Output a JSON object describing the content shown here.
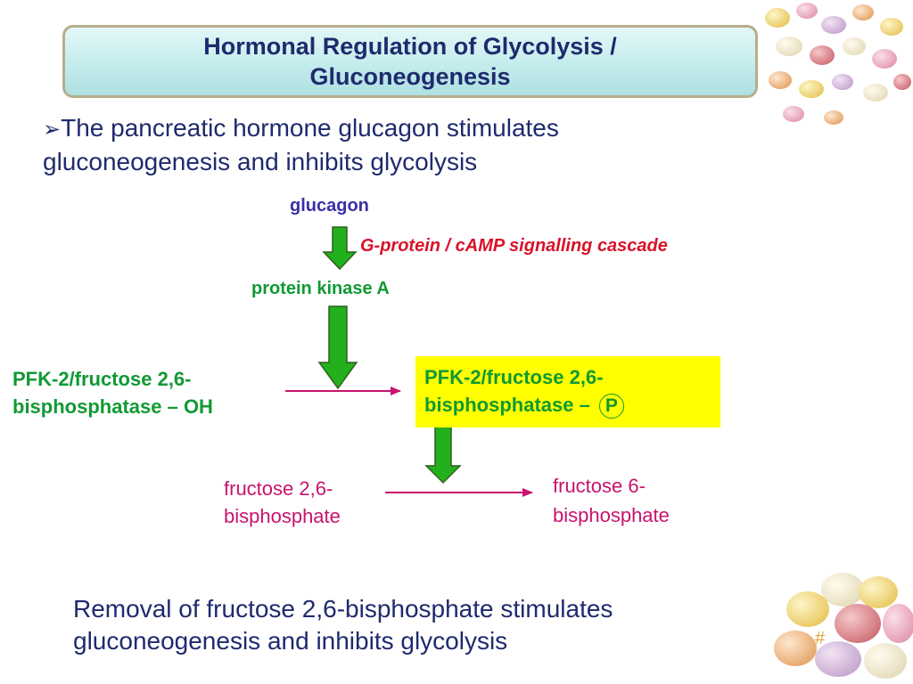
{
  "title": "Hormonal Regulation of Glycolysis / Gluconeogenesis",
  "bullet": {
    "marker": "➢",
    "text": "The pancreatic hormone glucagon stimulates gluconeogenesis and inhibits glycolysis"
  },
  "diagram": {
    "glucagon": "glucagon",
    "cascade": "G-protein / cAMP signalling cascade",
    "pka": "protein kinase A",
    "pfk_left": "PFK-2/fructose 2,6-bisphosphatase – OH",
    "pfk_right": "PFK-2/fructose 2,6-bisphosphatase –",
    "phosphate_symbol": "P",
    "fructose_26": "fructose 2,6-bisphosphate",
    "fructose_6": "fructose 6-bisphosphate"
  },
  "footer": "Removal of fructose 2,6-bisphosphate stimulates gluconeogenesis and inhibits glycolysis",
  "slide_number": "#",
  "colors": {
    "title": "#1f2a6e",
    "enzyme_green": "#119933",
    "metabolite_magenta": "#c8136e",
    "cascade_red": "#d8132a",
    "highlight": "#ffff00"
  }
}
